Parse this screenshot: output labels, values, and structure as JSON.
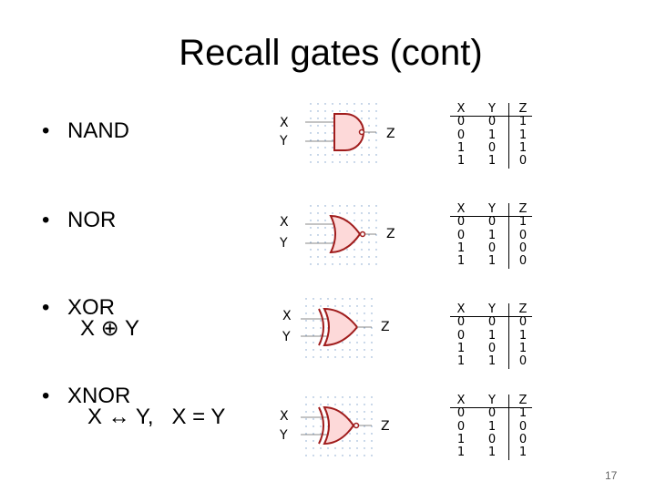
{
  "slide": {
    "title": "Recall gates (cont)",
    "page_number": "17"
  },
  "gates": [
    {
      "label": "NAND",
      "input_x": "X",
      "input_y": "Y",
      "output": "Z",
      "subtitle": "",
      "table": {
        "headers": [
          "X",
          "Y",
          "Z"
        ],
        "x": [
          "0",
          "0",
          "1",
          "1"
        ],
        "y": [
          "0",
          "1",
          "0",
          "1"
        ],
        "z": [
          "1",
          "1",
          "1",
          "0"
        ]
      }
    },
    {
      "label": "NOR",
      "input_x": "X",
      "input_y": "Y",
      "output": "Z",
      "subtitle": "",
      "table": {
        "headers": [
          "X",
          "Y",
          "Z"
        ],
        "x": [
          "0",
          "0",
          "1",
          "1"
        ],
        "y": [
          "0",
          "1",
          "0",
          "1"
        ],
        "z": [
          "1",
          "0",
          "0",
          "0"
        ]
      }
    },
    {
      "label": "XOR",
      "input_x": "X",
      "input_y": "Y",
      "output": "Z",
      "subtitle": "X ⊕ Y",
      "table": {
        "headers": [
          "X",
          "Y",
          "Z"
        ],
        "x": [
          "0",
          "0",
          "1",
          "1"
        ],
        "y": [
          "0",
          "1",
          "0",
          "1"
        ],
        "z": [
          "0",
          "1",
          "1",
          "0"
        ]
      }
    },
    {
      "label": "XNOR",
      "input_x": "X",
      "input_y": "Y",
      "output": "Z",
      "subtitle": "X ↔ Y,   X = Y",
      "table": {
        "headers": [
          "X",
          "Y",
          "Z"
        ],
        "x": [
          "0",
          "0",
          "1",
          "1"
        ],
        "y": [
          "0",
          "1",
          "0",
          "1"
        ],
        "z": [
          "1",
          "0",
          "0",
          "1"
        ]
      }
    }
  ],
  "colors": {
    "gate_fill": "#fdd9d9",
    "gate_stroke": "#a01c1c",
    "grid_dot": "#7a9fc9",
    "pin": "#888888"
  }
}
